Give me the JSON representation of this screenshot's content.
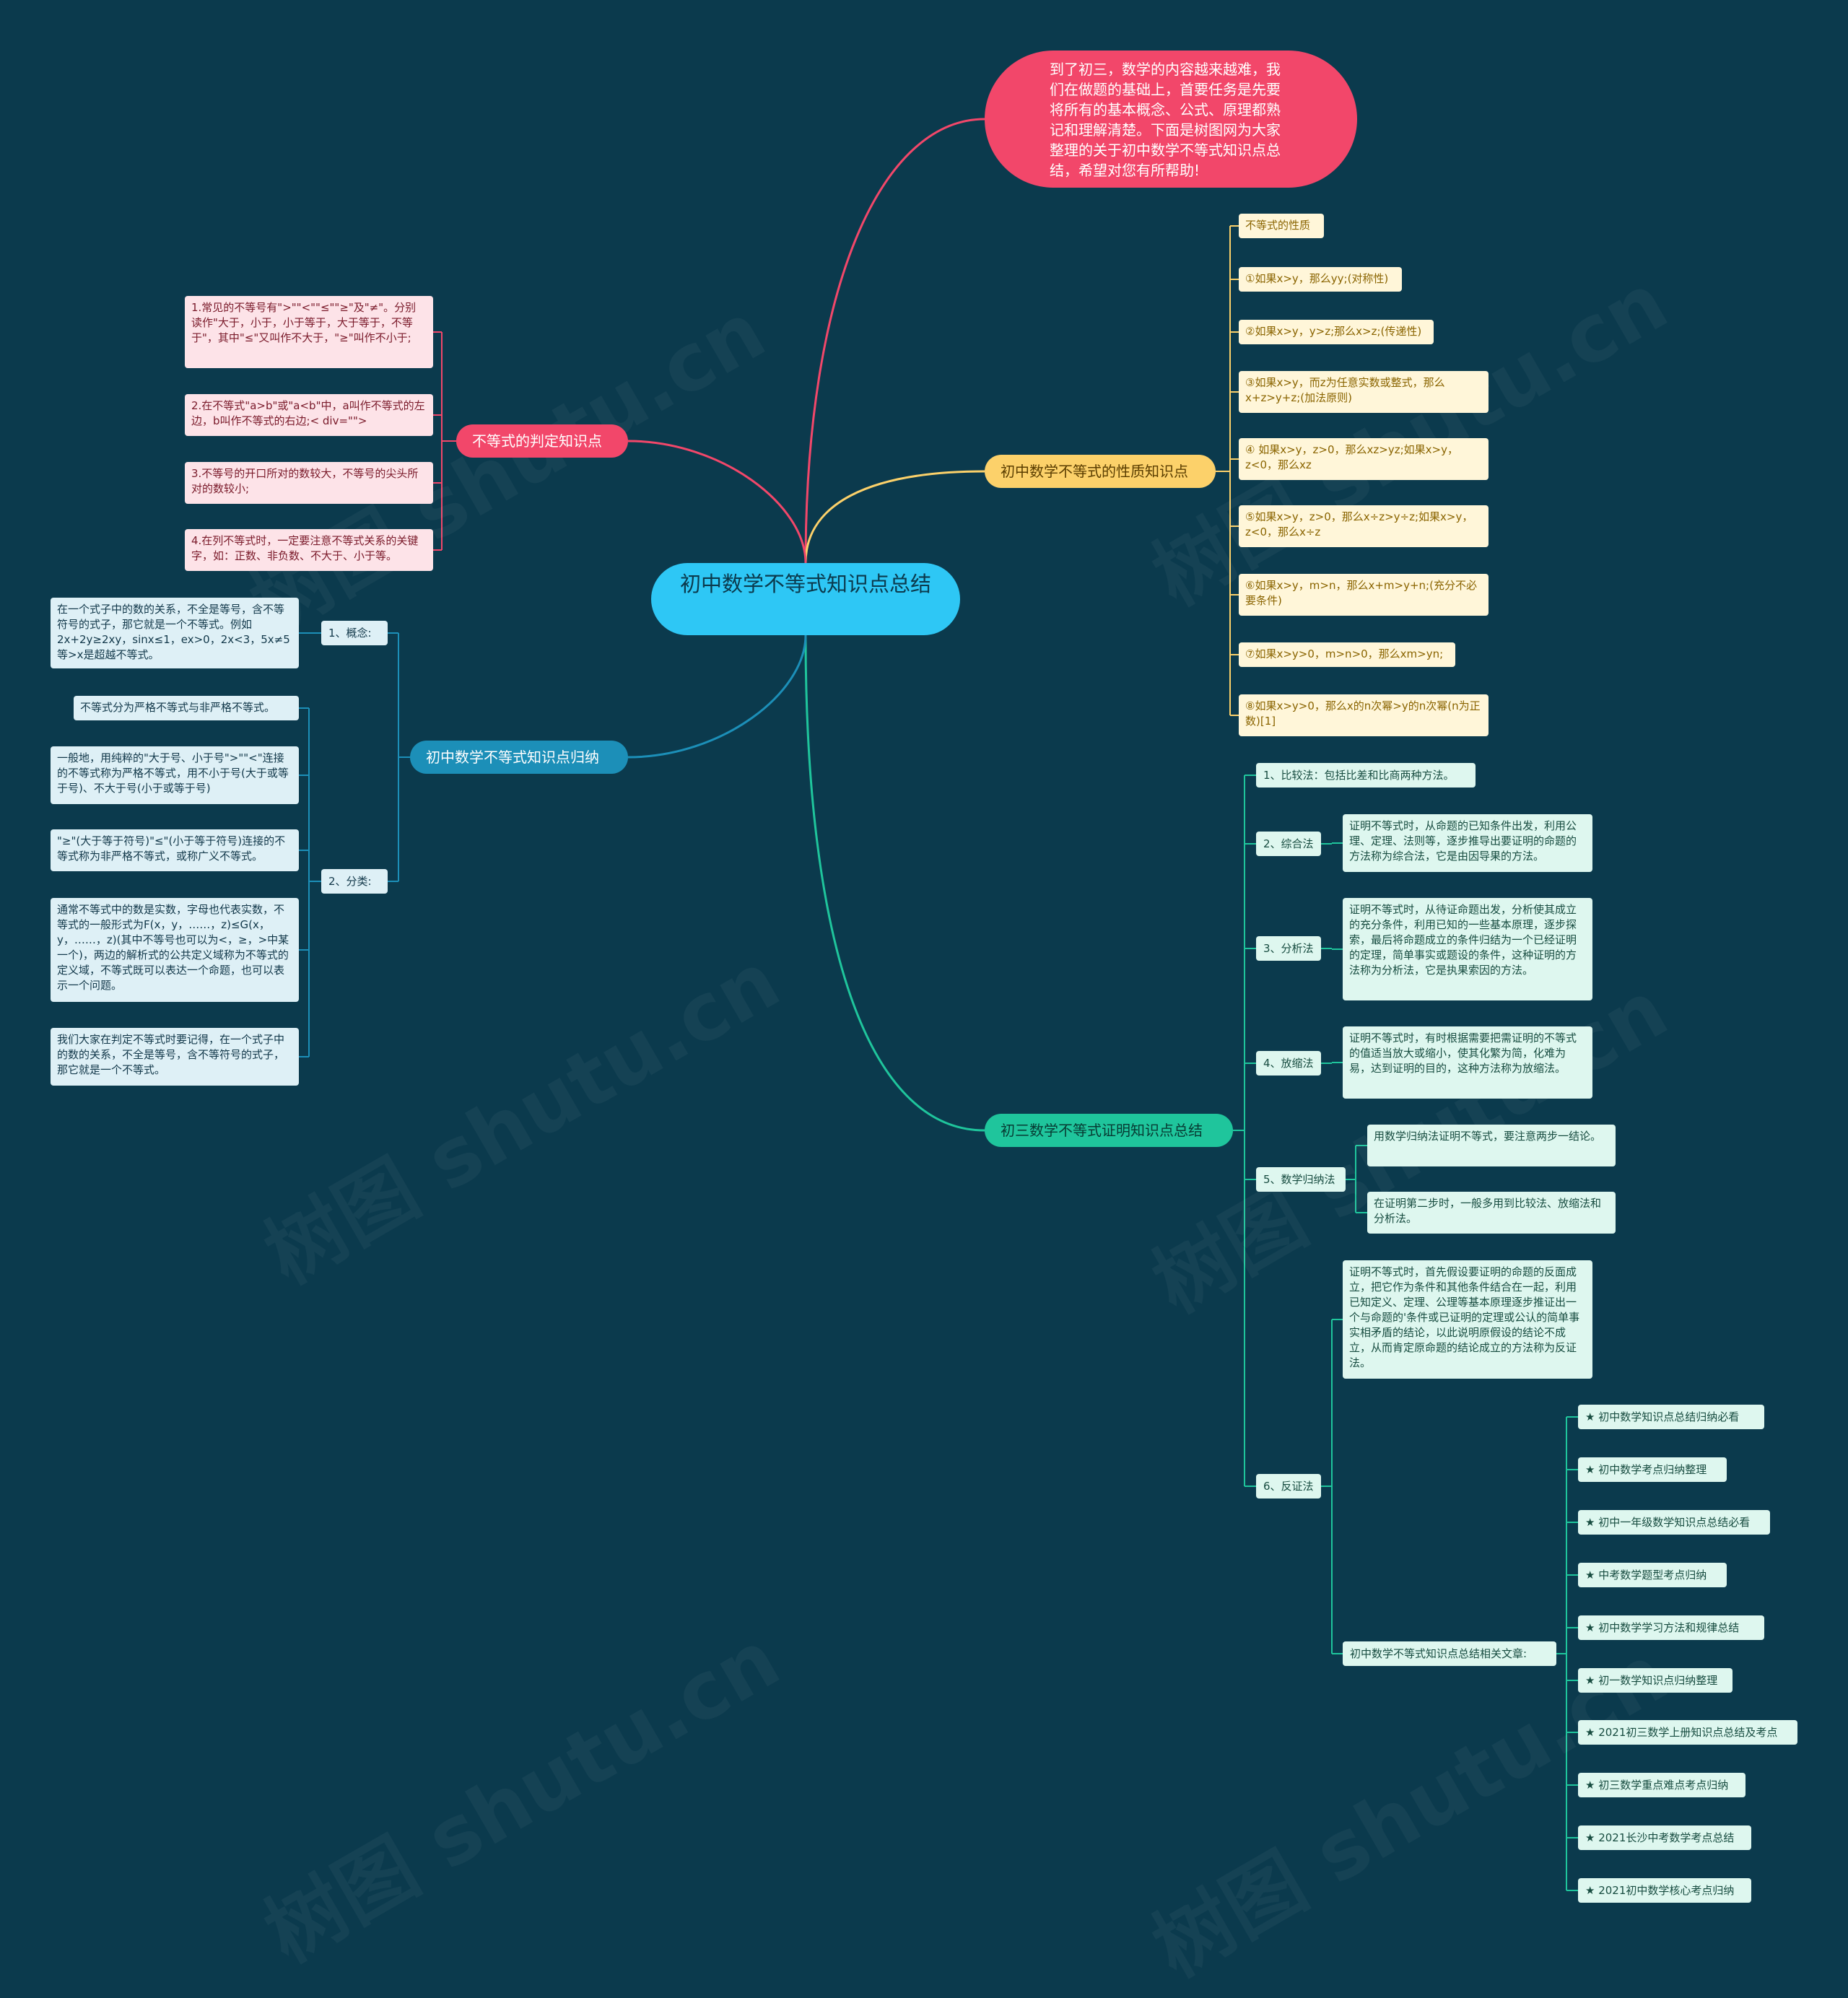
{
  "colors": {
    "background": "#0b3a4d",
    "center": "#2ec7f5",
    "pink": "#f2476a",
    "yellow": "#fcd16a",
    "teal": "#1fc59c",
    "blue": "#1c8fb8"
  },
  "watermark": "树图 shutu.cn",
  "center": {
    "title": "初中数学不等式知识点总结"
  },
  "intro": {
    "text": "到了初三，数学的内容越来越难，我们在做题的基础上，首要任务是先要将所有的基本概念、公式、原理都熟记和理解清楚。下面是树图网为大家整理的关于初中数学不等式知识点总结，希望对您有所帮助!"
  },
  "judgement": {
    "title": "不等式的判定知识点",
    "items": [
      "1.常见的不等号有\">\"\"<\"\"≤\"\"≥\"及\"≠\"。分别读作\"大于，小于，小于等于，大于等于，不等于\"，其中\"≤\"又叫作不大于，\"≥\"叫作不小于;",
      "2.在不等式\"a>b\"或\"a<b\"中，a叫作不等式的左边，b叫作不等式的右边;< div=\"\">",
      "3.不等号的开口所对的数较大，不等号的尖头所对的数较小;",
      "4.在列不等式时，一定要注意不等式关系的关键字，如：正数、非负数、不大于、小于等。"
    ]
  },
  "properties": {
    "title": "初中数学不等式的性质知识点",
    "items": [
      "不等式的性质",
      "①如果x>y，那么yy;(对称性)",
      "②如果x>y，y>z;那么x>z;(传递性)",
      "③如果x>y，而z为任意实数或整式，那么x+z>y+z;(加法原则)",
      "④ 如果x>y，z>0，那么xz>yz;如果x>y，z<0，那么xz",
      "⑤如果x>y，z>0，那么x÷z>y÷z;如果x>y，z<0，那么x÷z",
      "⑥如果x>y，m>n，那么x+m>y+n;(充分不必要条件)",
      "⑦如果x>y>0，m>n>0，那么xm>yn;",
      "⑧如果x>y>0，那么x的n次幂>y的n次幂(n为正数)[1]"
    ]
  },
  "summary": {
    "title": "初中数学不等式知识点归纳",
    "concept_label": "1、概念:",
    "concept_text": "在一个式子中的数的关系，不全是等号，含不等符号的式子，那它就是一个不等式。例如2x+2y≥2xy，sinx≤1，ex>0，2x<3，5x≠5等>x是超越不等式。",
    "class_label": "2、分类:",
    "class_items": [
      "不等式分为严格不等式与非严格不等式。",
      "一般地，用纯粹的\"大于号、小于号\">\"\"<\"连接的不等式称为严格不等式，用不小于号(大于或等于号)、不大于号(小于或等于号)",
      "\"≥\"(大于等于符号)\"≤\"(小于等于符号)连接的不等式称为非严格不等式，或称广义不等式。",
      "通常不等式中的数是实数，字母也代表实数，不等式的一般形式为F(x，y，……，z)≤G(x，y，……，z)(其中不等号也可以为<，≥，>中某一个)，两边的解析式的公共定义域称为不等式的定义域，不等式既可以表达一个命题，也可以表示一个问题。",
      "我们大家在判定不等式时要记得，在一个式子中的数的关系，不全是等号，含不等符号的式子，那它就是一个不等式。"
    ]
  },
  "proof": {
    "title": "初三数学不等式证明知识点总结",
    "m1": "1、比较法：包括比差和比商两种方法。",
    "m2_label": "2、综合法",
    "m2_text": "证明不等式时，从命题的已知条件出发，利用公理、定理、法则等，逐步推导出要证明的命题的方法称为综合法，它是由因导果的方法。",
    "m3_label": "3、分析法",
    "m3_text": "证明不等式时，从待证命题出发，分析使其成立的充分条件，利用已知的一些基本原理，逐步探索，最后将命题成立的条件归结为一个已经证明的定理，简单事实或题设的条件，这种证明的方法称为分析法，它是执果索因的方法。",
    "m4_label": "4、放缩法",
    "m4_text": "证明不等式时，有时根据需要把需证明的不等式的值适当放大或缩小，使其化繁为简，化难为易，达到证明的目的，这种方法称为放缩法。",
    "m5_label": "5、数学归纳法",
    "m5_items": [
      "用数学归纳法证明不等式，要注意两步一结论。",
      "在证明第二步时，一般多用到比较法、放缩法和分析法。"
    ],
    "m6_label": "6、反证法",
    "m6_text": "证明不等式时，首先假设要证明的命题的反面成立，把它作为条件和其他条件结合在一起，利用已知定义、定理、公理等基本原理逐步推证出一个与命题的'条件或已证明的定理或公认的简单事实相矛盾的结论，以此说明原假设的结论不成立，从而肯定原命题的结论成立的方法称为反证法。",
    "related_label": "初中数学不等式知识点总结相关文章:",
    "related": [
      "★ 初中数学知识点总结归纳必看",
      "★ 初中数学考点归纳整理",
      "★ 初中一年级数学知识点总结必看",
      "★ 中考数学题型考点归纳",
      "★ 初中数学学习方法和规律总结",
      "★ 初一数学知识点归纳整理",
      "★ 2021初三数学上册知识点总结及考点",
      "★ 初三数学重点难点考点归纳",
      "★ 2021长沙中考数学考点总结",
      "★ 2021初中数学核心考点归纳"
    ]
  }
}
